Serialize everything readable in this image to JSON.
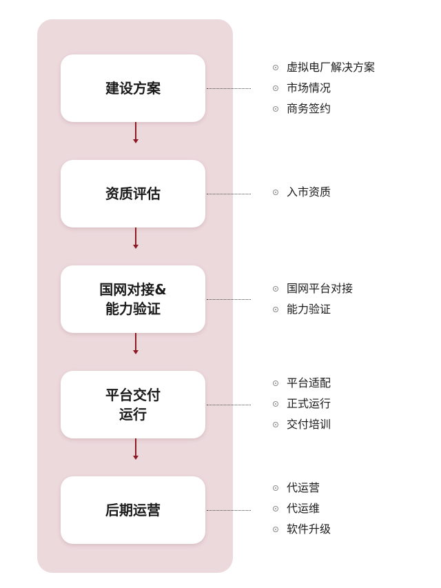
{
  "steps": [
    {
      "title_lines": [
        "建设方案"
      ],
      "items": [
        "虚拟电厂解决方案",
        "市场情况",
        "商务签约"
      ]
    },
    {
      "title_lines": [
        "资质评估"
      ],
      "items": [
        "入市资质"
      ]
    },
    {
      "title_lines": [
        "国网对接&",
        "能力验证"
      ],
      "items": [
        "国网平台对接",
        "能力验证"
      ]
    },
    {
      "title_lines": [
        "平台交付",
        "运行"
      ],
      "items": [
        "平台适配",
        "正式运行",
        "交付培训"
      ]
    },
    {
      "title_lines": [
        "后期运营"
      ],
      "items": [
        "代运营",
        "代运维",
        "软件升级"
      ]
    }
  ],
  "colors": {
    "panel_background": "#ecd9dc",
    "arrow": "#8b1a22",
    "box": "#ffffff"
  },
  "icons": {
    "bullet": "ring-dot-icon",
    "arrow": "arrow-down-icon"
  }
}
